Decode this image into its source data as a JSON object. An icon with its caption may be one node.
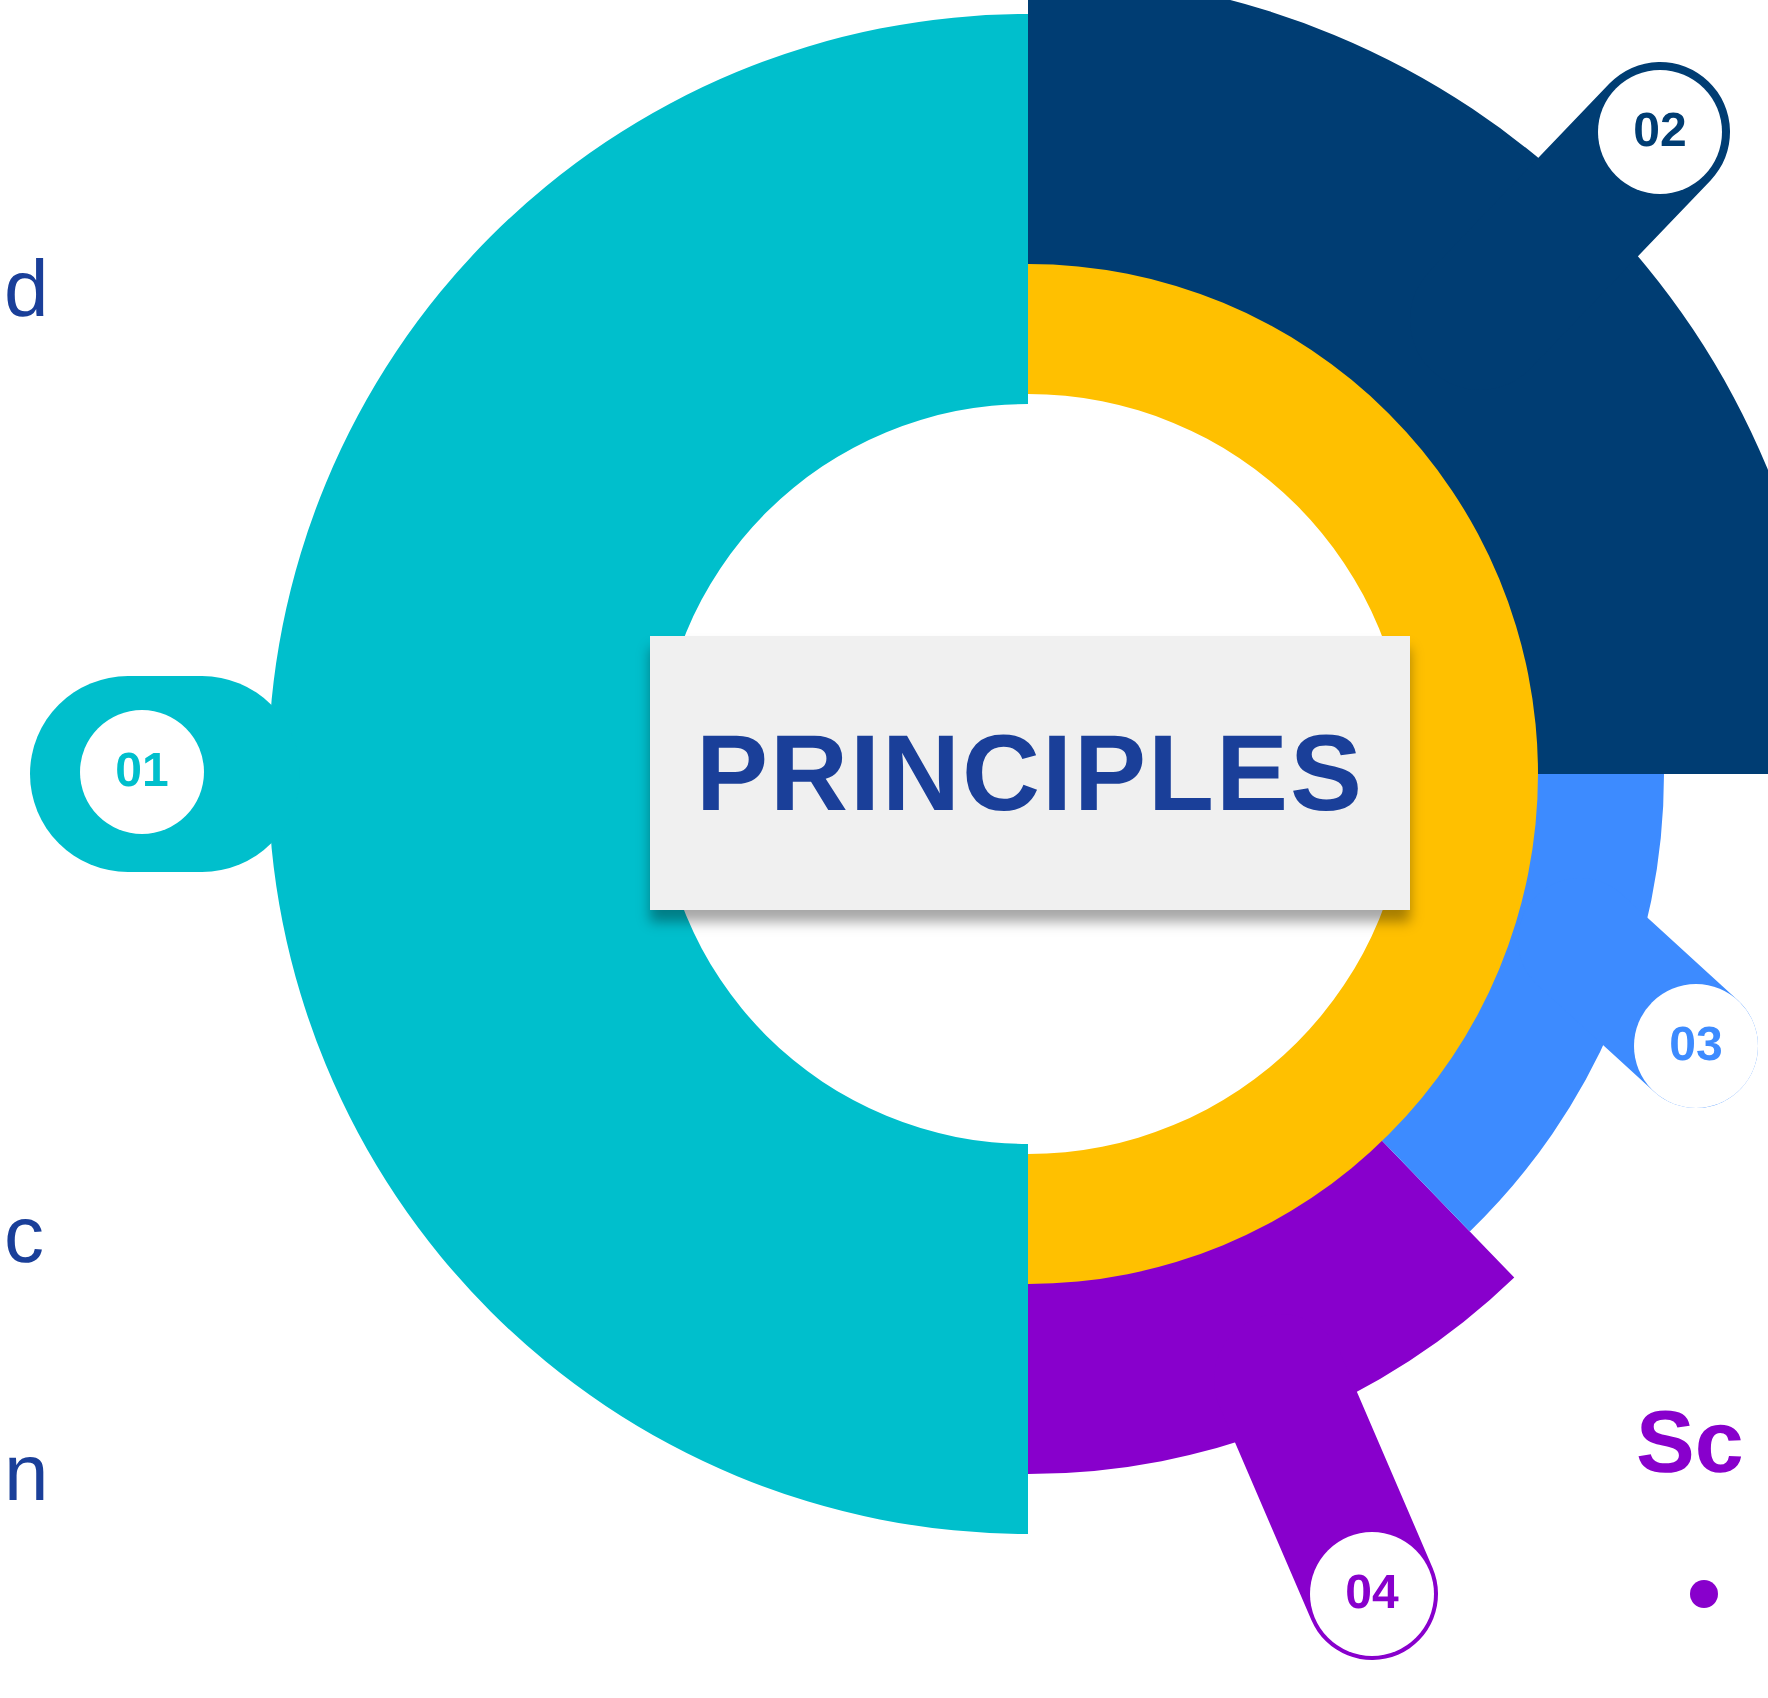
{
  "diagram": {
    "nodes": [
      {
        "text": [
          "PRINCIPLES"
        ]
      },
      {
        "text": [
          "01"
        ]
      },
      {
        "text": [
          "02"
        ]
      },
      {
        "text": [
          "03"
        ]
      },
      {
        "text": [
          "04"
        ]
      }
    ],
    "labels": [
      "d",
      "c",
      "n",
      "Sc"
    ]
  }
}
